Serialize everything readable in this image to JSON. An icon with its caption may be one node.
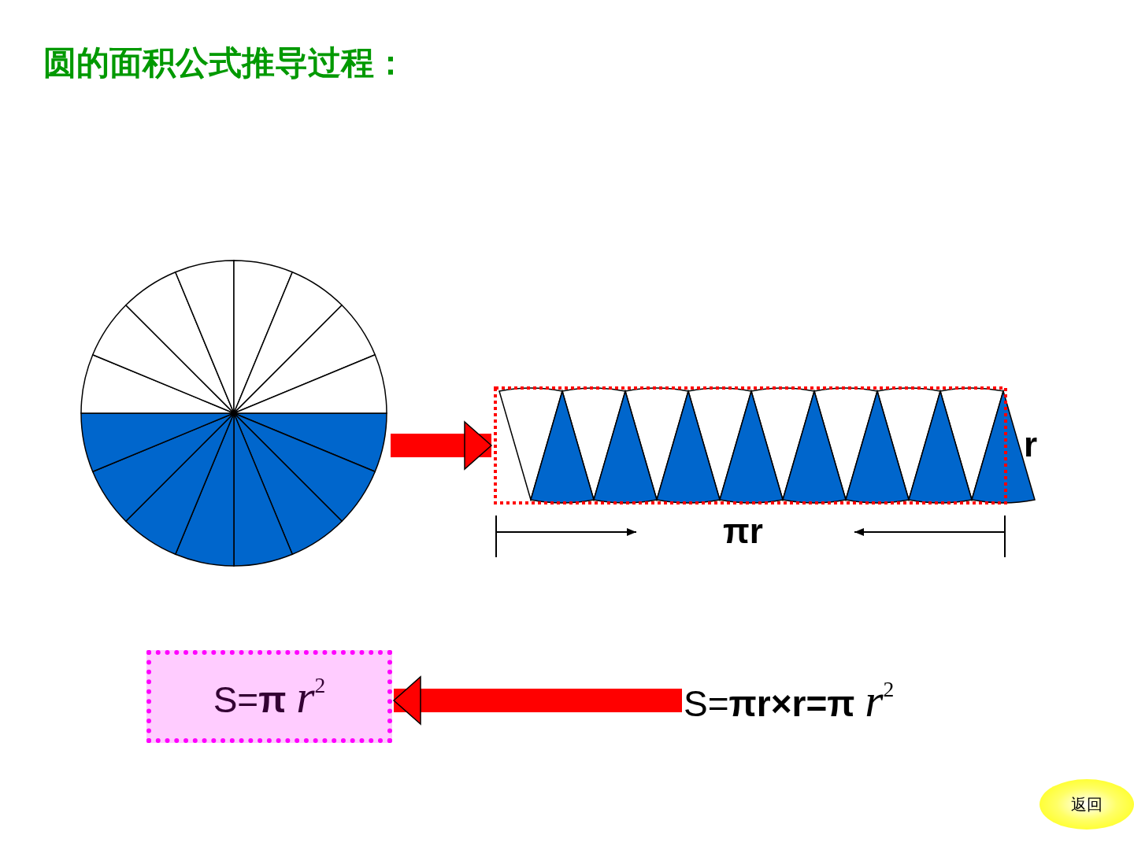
{
  "diagram": {
    "title": "圆的面积公式推导过程：",
    "nodes": [
      {
        "text": [],
        "shape": "circle"
      },
      {
        "text": [],
        "shape": "box"
      },
      {
        "text": [
          "S=**πr×r=π** *r*$^{2}$"
        ]
      },
      {
        "text": [
          "S=**π** *r*$^{2}$"
        ]
      },
      {
        "text": [
          "返回"
        ]
      }
    ],
    "edges": [
      {
        "from": 0,
        "to": 1,
        "arrow": "to"
      },
      {
        "from": 2,
        "to": 3,
        "arrow": "to"
      }
    ],
    "labels": [
      "r",
      "πr"
    ]
  }
}
